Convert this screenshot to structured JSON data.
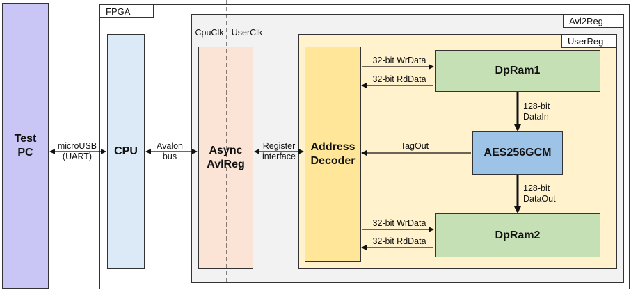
{
  "blocks": {
    "test_pc": "Test\nPC",
    "cpu": "CPU",
    "async_avlreg": "Async\nAvlReg",
    "address_decoder": "Address\nDecoder",
    "dpram1": "DpRam1",
    "aes": "AES256GCM",
    "dpram2": "DpRam2"
  },
  "regions": {
    "fpga": "FPGA",
    "avl2reg": "Avl2Reg",
    "userreg": "UserReg"
  },
  "clocks": {
    "cpu": "CpuClk",
    "user": "UserClk"
  },
  "links": {
    "microusb": "microUSB\n(UART)",
    "avalon": "Avalon\nbus",
    "register_interface": "Register\ninterface",
    "wrdata1": "32-bit WrData",
    "rddata1": "32-bit RdData",
    "datain": "128-bit\nDataIn",
    "tagout": "TagOut",
    "dataout": "128-bit\nDataOut",
    "wrdata2": "32-bit WrData",
    "rddata2": "32-bit RdData"
  },
  "colors": {
    "test_pc": "#c9c5f5",
    "cpu": "#dce9f6",
    "avl2reg": "#f2f2f2",
    "async_avlreg": "#fbe3d6",
    "userreg": "#fff2cc",
    "address_decoder": "#ffe699",
    "dpram": "#c5e0b4",
    "aes": "#9dc3e6"
  }
}
